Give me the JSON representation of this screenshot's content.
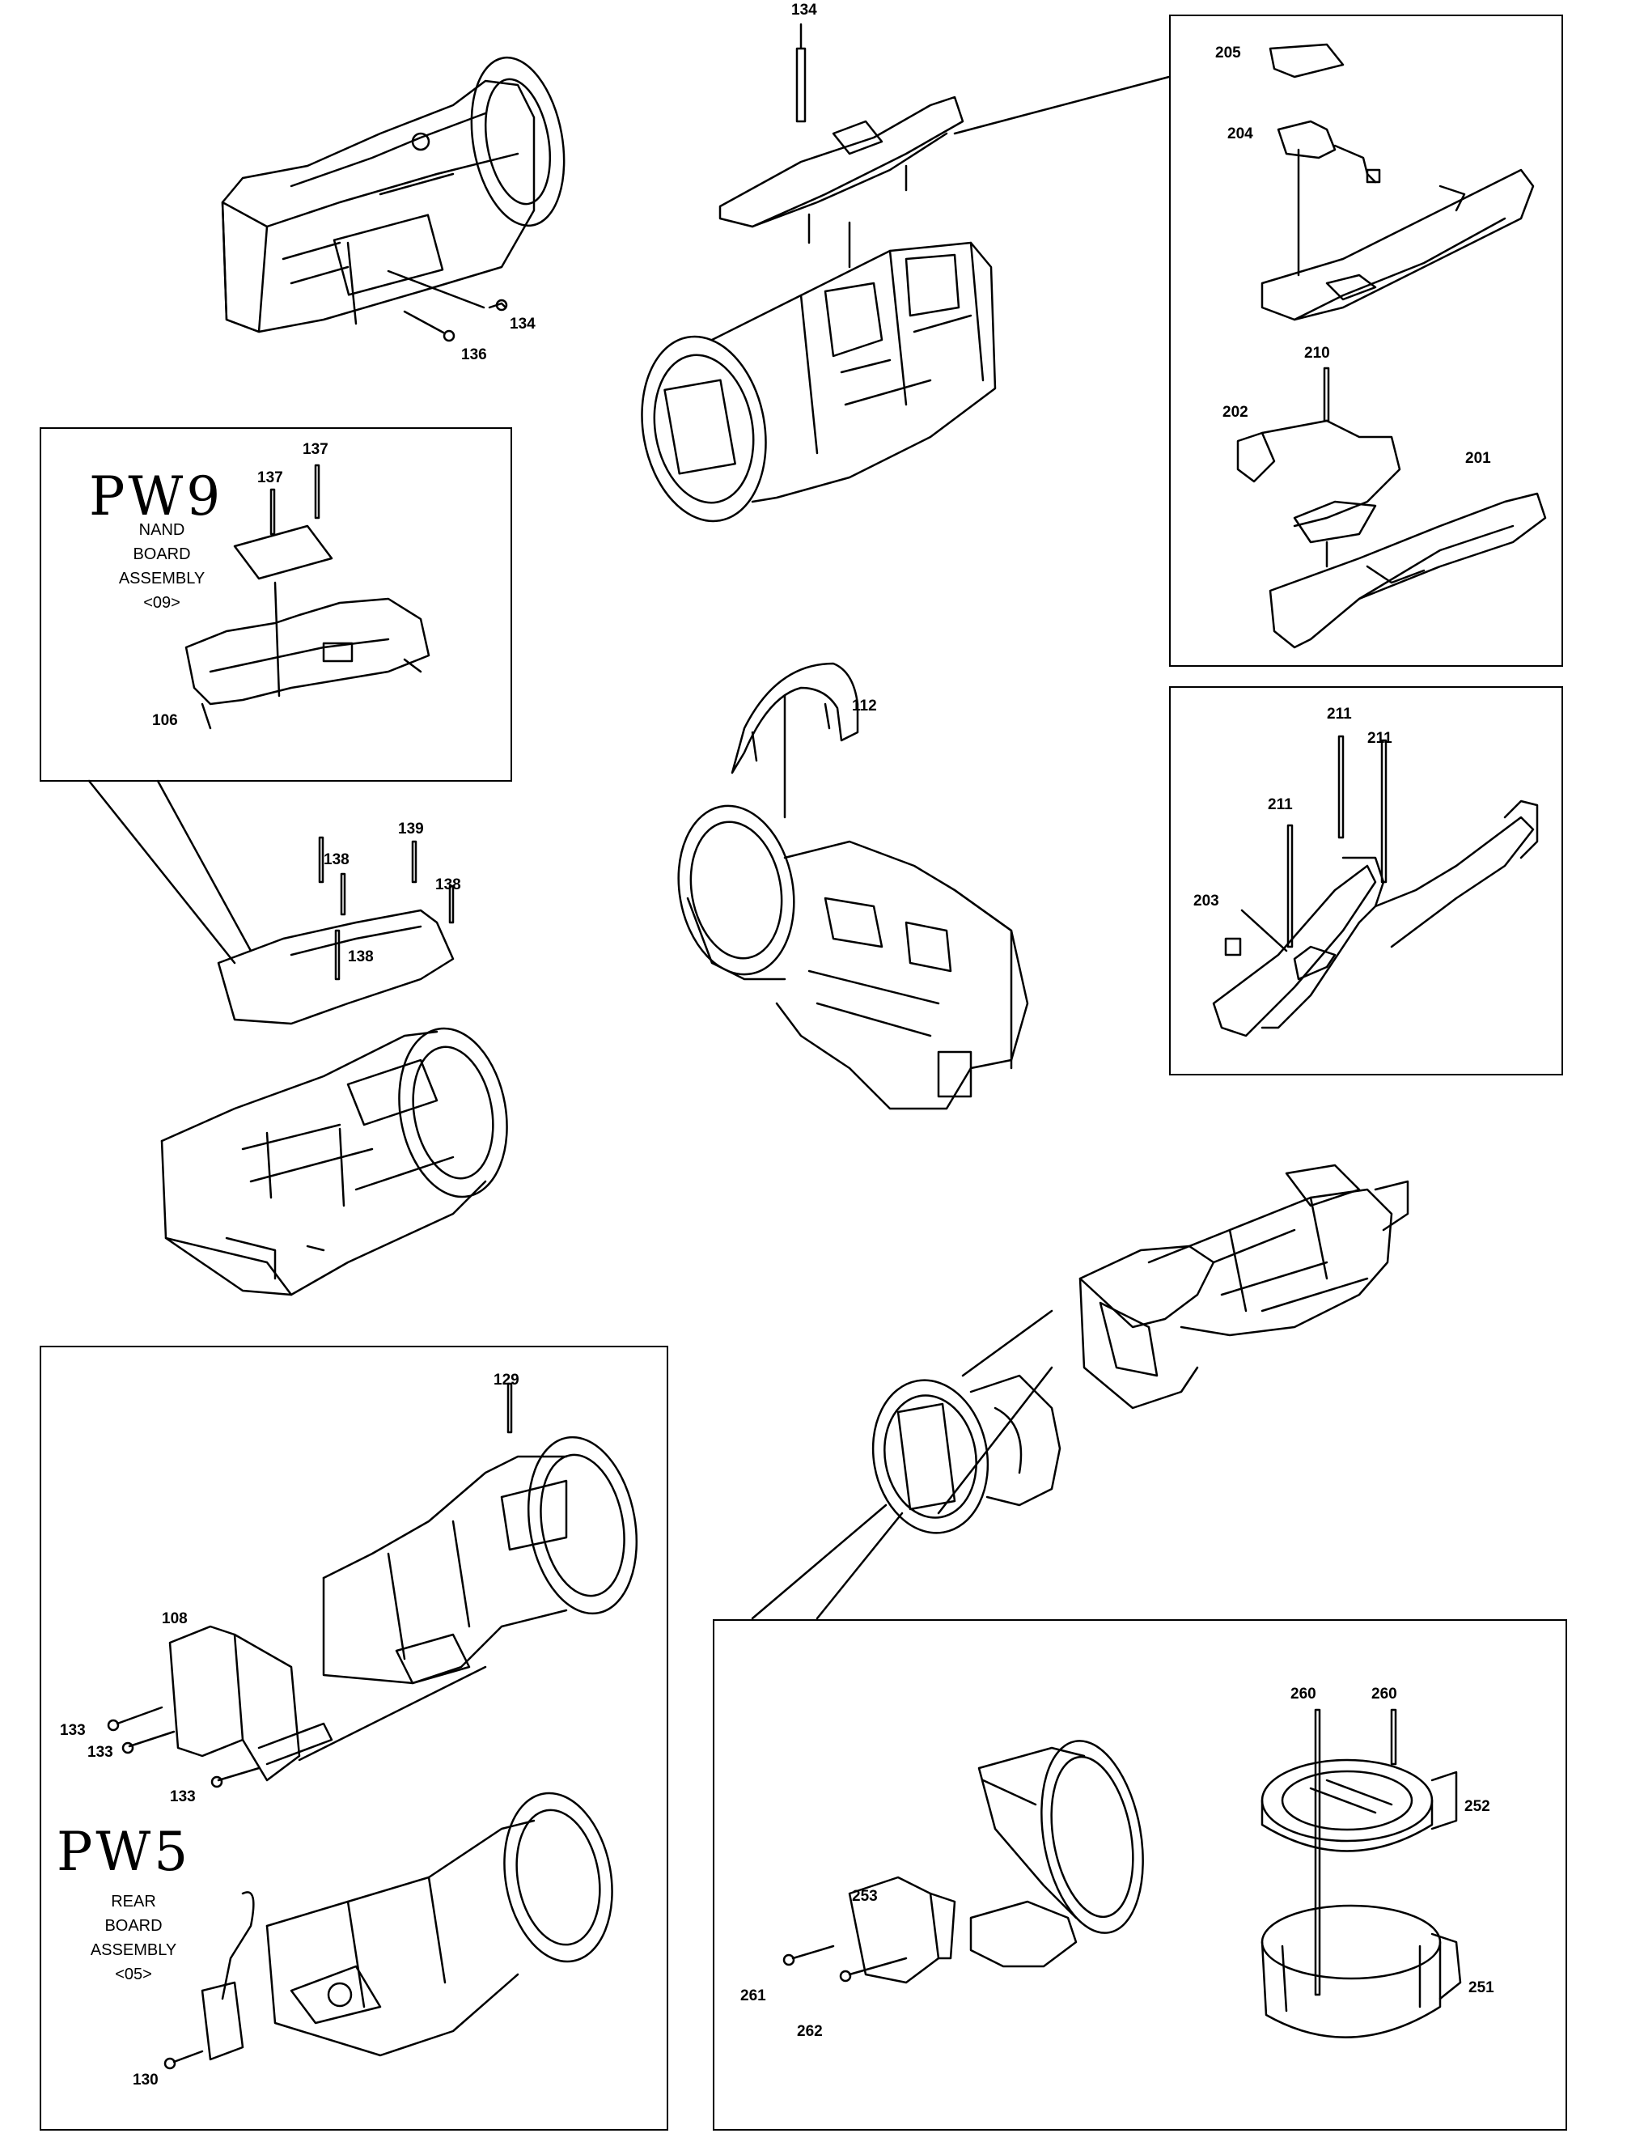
{
  "labels": {
    "l134a": "134",
    "l134b": "134",
    "l136": "136",
    "l205": "205",
    "l204": "204",
    "l210": "210",
    "l202": "202",
    "l201": "201",
    "l137a": "137",
    "l137b": "137",
    "l106": "106",
    "l112": "112",
    "l211a": "211",
    "l211b": "211",
    "l211c": "211",
    "l203": "203",
    "l139": "139",
    "l138a": "138",
    "l138b": "138",
    "l138c": "138",
    "l129": "129",
    "l108": "108",
    "l133a": "133",
    "l133b": "133",
    "l133c": "133",
    "l130": "130",
    "l260a": "260",
    "l260b": "260",
    "l252": "252",
    "l253": "253",
    "l251": "251",
    "l261": "261",
    "l262": "262"
  },
  "pw9": {
    "handwritten": "PW9",
    "line1": "NAND",
    "line2": "BOARD",
    "line3": "ASSEMBLY",
    "line4": "<09>"
  },
  "pw5": {
    "handwritten": "PW5",
    "line1": "REAR",
    "line2": "BOARD",
    "line3": "ASSEMBLY",
    "line4": "<05>"
  }
}
